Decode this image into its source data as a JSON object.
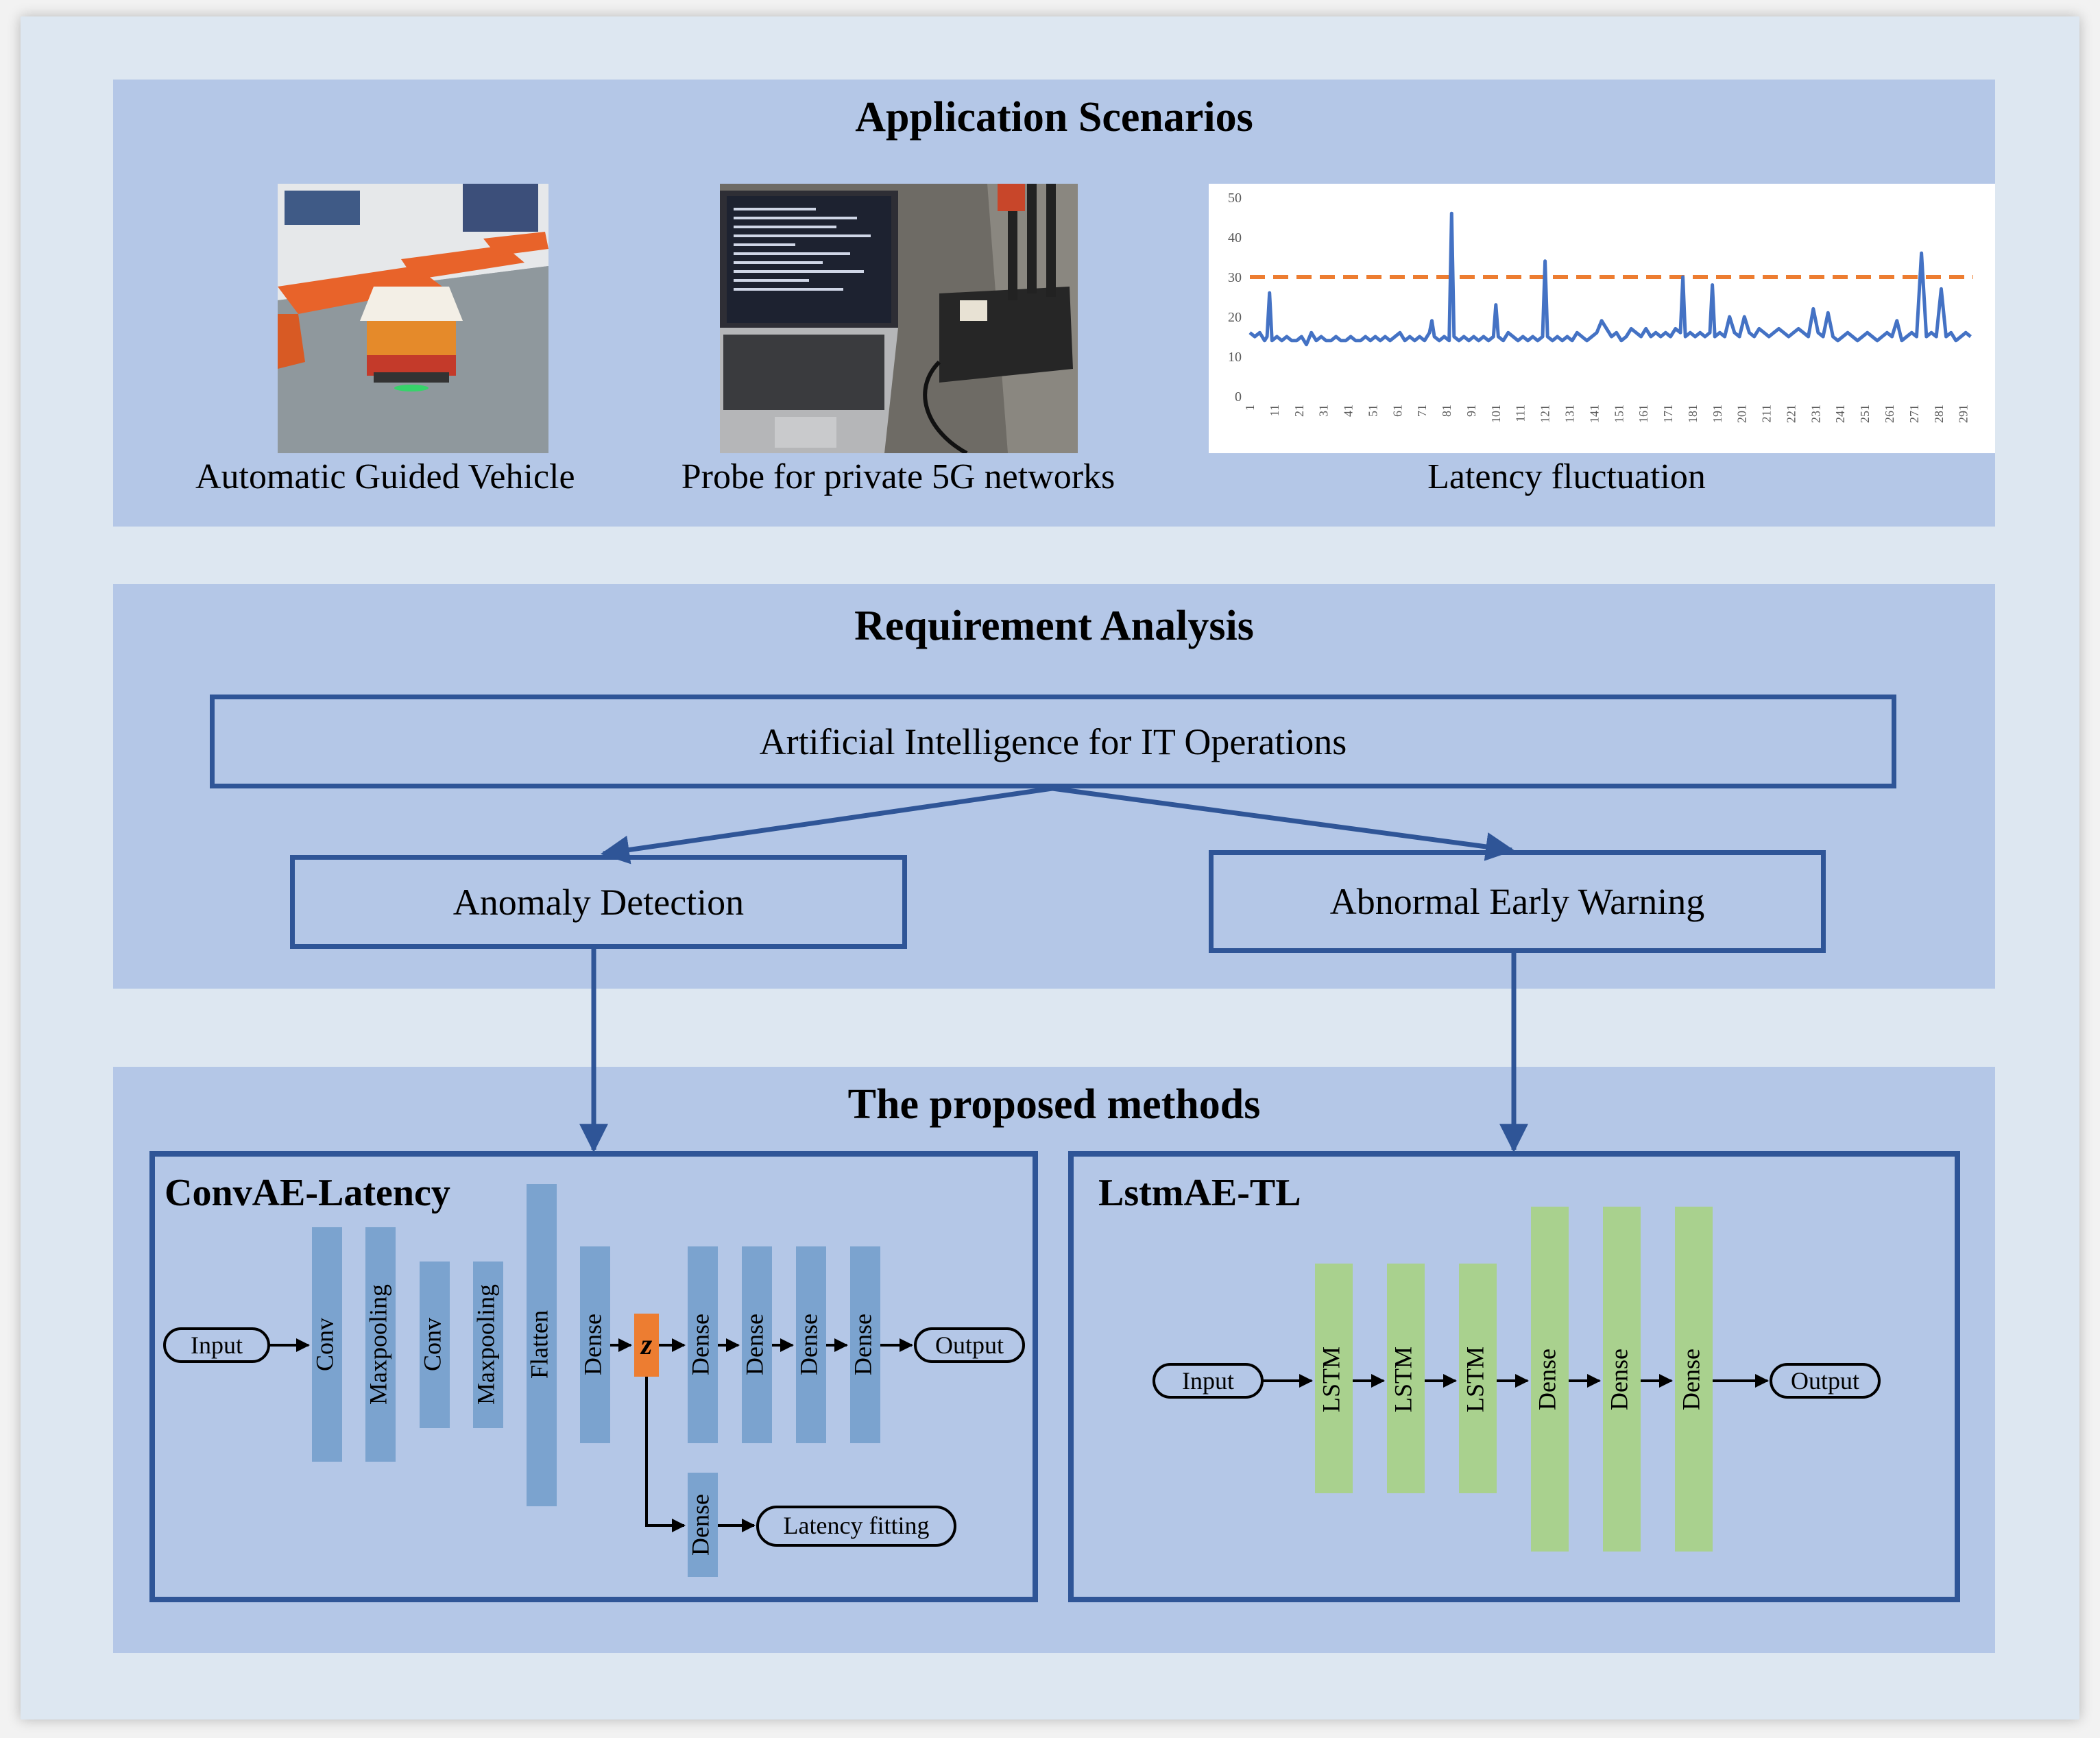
{
  "panels": {
    "scenarios": {
      "title": "Application Scenarios",
      "captions": [
        "Automatic Guided Vehicle",
        "Probe for private 5G networks",
        "Latency fluctuation"
      ]
    },
    "requirements": {
      "title": "Requirement Analysis",
      "top_box": "Artificial Intelligence for IT Operations",
      "left_box": "Anomaly Detection",
      "right_box": "Abnormal Early Warning"
    },
    "methods": {
      "title": "The proposed methods",
      "convae": {
        "title": "ConvAE-Latency",
        "input": "Input",
        "output": "Output",
        "layers": [
          "Conv",
          "Maxpooling",
          "Conv",
          "Maxpooling",
          "Flatten",
          "Dense",
          "z",
          "Dense",
          "Dense",
          "Dense",
          "Dense"
        ],
        "branch_layer": "Dense",
        "branch_output": "Latency fitting"
      },
      "lstmae": {
        "title": "LstmAE-TL",
        "input": "Input",
        "output": "Output",
        "layers": [
          "LSTM",
          "LSTM",
          "LSTM",
          "Dense",
          "Dense",
          "Dense"
        ]
      }
    }
  },
  "colors": {
    "frame_bg": "#dde7f1",
    "panel_bg": "#b4c7e7",
    "box_border": "#2f5597",
    "conv_layer": "#7ba3cf",
    "latent_z": "#ed7d31",
    "lstm_layer": "#a9d18e",
    "chart_line": "#4472c4",
    "chart_threshold": "#ed7d31"
  },
  "chart_data": {
    "type": "line",
    "title": "",
    "xlabel": "",
    "ylabel": "",
    "ylim": [
      0,
      50
    ],
    "yticks": [
      0,
      10,
      20,
      30,
      40,
      50
    ],
    "xticks": [
      1,
      11,
      21,
      31,
      41,
      51,
      61,
      71,
      81,
      91,
      101,
      111,
      121,
      131,
      141,
      151,
      161,
      171,
      181,
      191,
      201,
      211,
      221,
      231,
      241,
      251,
      261,
      271,
      281,
      291
    ],
    "threshold": 30,
    "series": [
      {
        "x": [
          1,
          3,
          5,
          7,
          8,
          9,
          10,
          12,
          14,
          16,
          18,
          20,
          22,
          24,
          26,
          28,
          30,
          32,
          34,
          36,
          38,
          40,
          42,
          44,
          46,
          48,
          50,
          52,
          54,
          56,
          58,
          60,
          62,
          64,
          66,
          68,
          70,
          72,
          74,
          75,
          76,
          78,
          80,
          82,
          83,
          84,
          86,
          88,
          90,
          92,
          94,
          96,
          98,
          100,
          101,
          102,
          104,
          106,
          108,
          110,
          112,
          114,
          116,
          118,
          120,
          121,
          122,
          124,
          126,
          128,
          130,
          132,
          134,
          136,
          138,
          140,
          142,
          144,
          146,
          148,
          150,
          152,
          154,
          156,
          158,
          160,
          162,
          164,
          166,
          168,
          170,
          172,
          174,
          176,
          177,
          178,
          180,
          182,
          184,
          186,
          188,
          189,
          190,
          192,
          194,
          196,
          198,
          200,
          202,
          204,
          206,
          208,
          210,
          212,
          214,
          216,
          218,
          220,
          222,
          224,
          226,
          228,
          230,
          232,
          234,
          236,
          238,
          240,
          242,
          244,
          246,
          248,
          250,
          252,
          254,
          256,
          258,
          260,
          262,
          264,
          266,
          268,
          270,
          272,
          274,
          276,
          278,
          280,
          282,
          284,
          286,
          288,
          290,
          292,
          294
        ],
        "values": [
          16,
          15,
          16,
          14,
          15,
          26,
          14,
          15,
          14,
          15,
          14,
          14,
          15,
          13,
          16,
          14,
          15,
          14,
          14,
          15,
          14,
          14,
          15,
          14,
          14,
          15,
          14,
          15,
          14,
          15,
          14,
          15,
          16,
          14,
          15,
          14,
          15,
          14,
          16,
          19,
          15,
          14,
          15,
          14,
          46,
          15,
          14,
          15,
          14,
          15,
          14,
          15,
          14,
          15,
          23,
          15,
          14,
          16,
          15,
          14,
          15,
          14,
          15,
          14,
          15,
          34,
          15,
          14,
          15,
          14,
          15,
          14,
          16,
          15,
          14,
          15,
          16,
          19,
          17,
          15,
          16,
          14,
          15,
          17,
          16,
          15,
          17,
          15,
          16,
          15,
          16,
          15,
          17,
          16,
          30,
          15,
          16,
          15,
          16,
          15,
          16,
          28,
          15,
          16,
          15,
          20,
          16,
          15,
          20,
          16,
          15,
          17,
          16,
          15,
          16,
          17,
          16,
          15,
          16,
          17,
          16,
          15,
          22,
          16,
          15,
          21,
          15,
          14,
          15,
          16,
          15,
          14,
          15,
          16,
          15,
          14,
          15,
          16,
          15,
          19,
          14,
          15,
          16,
          15,
          36,
          15,
          16,
          15,
          27,
          15,
          16,
          14,
          15,
          16,
          15
        ]
      }
    ]
  }
}
